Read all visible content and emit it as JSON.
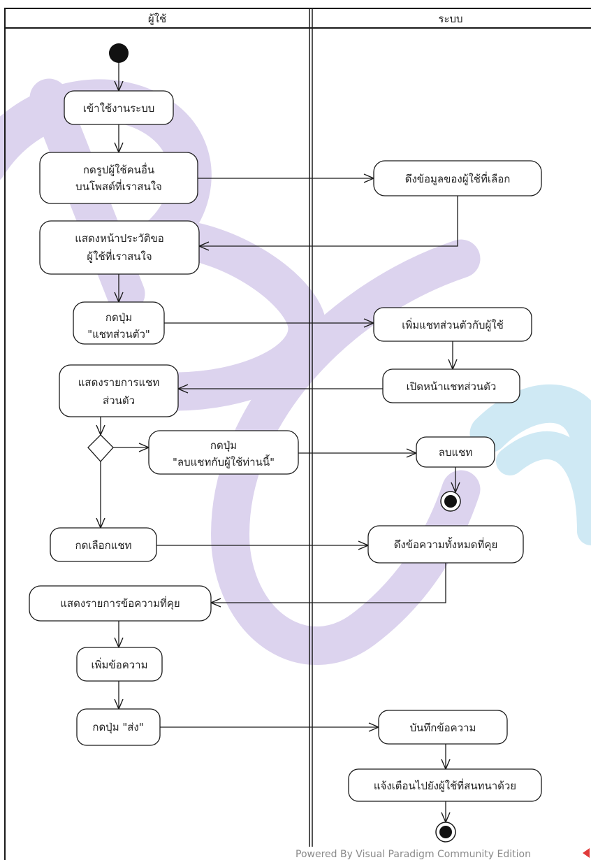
{
  "lanes": [
    {
      "id": "user",
      "title": "ผู้ใช้"
    },
    {
      "id": "system",
      "title": "ระบบ"
    }
  ],
  "actions": [
    {
      "id": "login",
      "lines": [
        "เข้าใช้งานระบบ"
      ]
    },
    {
      "id": "tap-avatar",
      "lines": [
        "กดรูปผู้ใช้คนอื่น",
        "บนโพสต์ที่เราสนใจ"
      ]
    },
    {
      "id": "fetch-user",
      "lines": [
        "ดึงข้อมูลของผู้ใช้ที่เลือก"
      ]
    },
    {
      "id": "show-profile",
      "lines": [
        "แสดงหน้าประวัติขอ",
        "ผู้ใช้ที่เราสนใจ"
      ]
    },
    {
      "id": "tap-private-chat",
      "lines": [
        "กดปุ่ม",
        "\"แชทส่วนตัว\""
      ]
    },
    {
      "id": "add-chat",
      "lines": [
        "เพิ่มแชทส่วนตัวกับผู้ใช้"
      ]
    },
    {
      "id": "open-chat-page",
      "lines": [
        "เปิดหน้าแชทส่วนตัว"
      ]
    },
    {
      "id": "show-chat-list",
      "lines": [
        "แสดงรายการแชท",
        "ส่วนตัว"
      ]
    },
    {
      "id": "tap-delete-chat",
      "lines": [
        "กดปุ่ม",
        "\"ลบแชทกับผู้ใช้ท่านนี้\""
      ]
    },
    {
      "id": "delete-chat",
      "lines": [
        "ลบแชท"
      ]
    },
    {
      "id": "select-chat",
      "lines": [
        "กดเลือกแชท"
      ]
    },
    {
      "id": "fetch-messages",
      "lines": [
        "ดึงข้อความทั้งหมดที่คุย"
      ]
    },
    {
      "id": "show-messages",
      "lines": [
        "แสดงรายการข้อความที่คุย"
      ]
    },
    {
      "id": "add-message",
      "lines": [
        "เพิ่มข้อความ"
      ]
    },
    {
      "id": "tap-send",
      "lines": [
        "กดปุ่ม \"ส่ง\""
      ]
    },
    {
      "id": "save-message",
      "lines": [
        "บันทึกข้อความ"
      ]
    },
    {
      "id": "notify-partner",
      "lines": [
        "แจ้งเตือนไปยังผู้ใช้ที่สนทนาด้วย"
      ]
    }
  ],
  "footer": "Powered By Visual Paradigm Community Edition",
  "colors": {
    "line": "#1a1a1a",
    "node": "#111111",
    "watermark_purple": "#dcd3ee",
    "watermark_blue": "#cfe9f4",
    "footer_text": "#8a8a8a",
    "footer_logo": "#e03a3a"
  }
}
